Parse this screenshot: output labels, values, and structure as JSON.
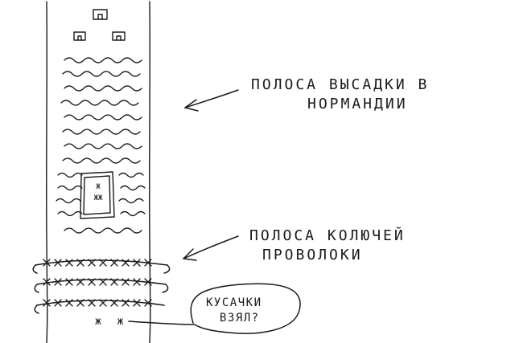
{
  "labels": {
    "landing_strip": [
      "ПОЛОСА ВЫСАДКИ В",
      "НОРМАНДИИ"
    ],
    "barbed_strip": [
      "ПОЛОСА КОЛЮЧЕЙ",
      "ПРОВОЛОКИ"
    ],
    "speech_bubble": [
      "КУСАЧКИ",
      "ВЗЯЛ?"
    ],
    "box_text": [
      "Ж",
      "ЖЖ"
    ]
  },
  "colors": {
    "ink": "#1a1a1a",
    "paper": "#ffffff"
  }
}
